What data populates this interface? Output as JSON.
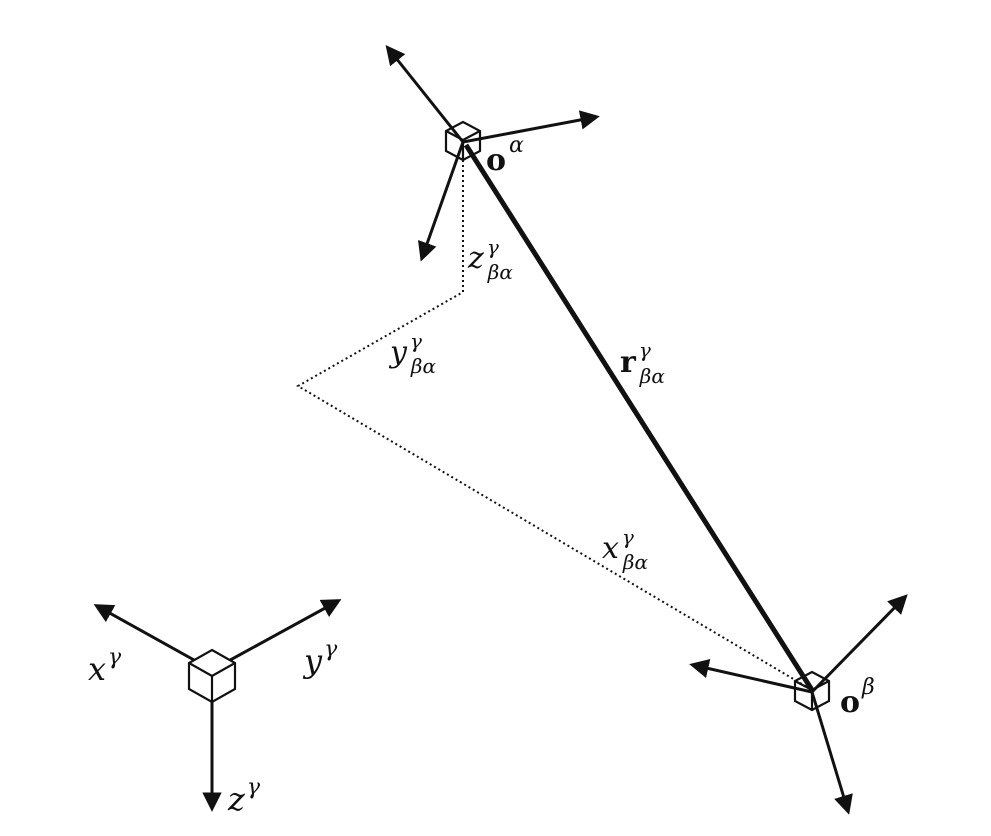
{
  "colors": {
    "ink": "#111111",
    "background": "#ffffff"
  },
  "labels": {
    "origin_alpha": {
      "base": "o",
      "sup": "α"
    },
    "origin_beta": {
      "base": "o",
      "sup": "β"
    },
    "r_vec": {
      "base": "r",
      "sup": "γ",
      "sub": "βα"
    },
    "z_comp": {
      "base": "z",
      "sup": "γ",
      "sub": "βα"
    },
    "y_comp": {
      "base": "y",
      "sup": "γ",
      "sub": "βα"
    },
    "x_comp": {
      "base": "x",
      "sup": "γ",
      "sub": "βα"
    },
    "ref_x": {
      "base": "x",
      "sup": "γ"
    },
    "ref_y": {
      "base": "y",
      "sup": "γ"
    },
    "ref_z": {
      "base": "z",
      "sup": "γ"
    }
  }
}
